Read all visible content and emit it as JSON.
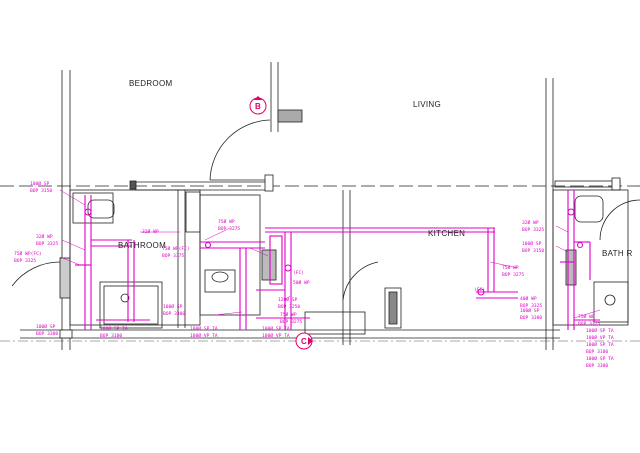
{
  "rooms": {
    "bedroom": "BEDROOM",
    "living": "LIVING",
    "bathroom": "BATHROOM",
    "kitchen": "KITCHEN",
    "bath_right": "BATH R"
  },
  "grid_marks": {
    "b": "B",
    "c": "C"
  },
  "tags": {
    "t1a": "100Ø SP",
    "t1b": "BOP 3150",
    "t2a": "32Ø WP",
    "t2b": "BOP 3325",
    "t3a": "75Ø WP(FC)",
    "t3b": "BOP 3325",
    "t4a": "75Ø WP(FC)",
    "t4b": "BOP 3375",
    "t5": "32Ø WP",
    "t6a": "75Ø WP",
    "t6b": "BOP 3275",
    "t7": "(FC)",
    "t8": "50Ø WP",
    "t9a": "120Ø SP",
    "t9b": "BOP 3250",
    "t10a": "75Ø WP",
    "t10b": "BOP 3275",
    "t11a": "100Ø SP",
    "t11b": "BOP 3300",
    "t12a": "100Ø SP",
    "t12b": "BOP 3300",
    "t13a": "100Ø SP TA",
    "t13b": "100Ø VP TA",
    "t14a": "100Ø SP TA",
    "t14b": "BOP 3100",
    "t15a": "100Ø SP TA",
    "t15b": "100Ø VP TA",
    "t16a": "32Ø WP",
    "t16b": "BOP 3325",
    "t17a": "75Ø WP",
    "t17b": "BOP 3275",
    "t18": "(FC)",
    "t19a": "100Ø SP",
    "t19b": "BOP 3150",
    "t20a": "40Ø WP",
    "t20b": "BOP 3325",
    "t21a": "100Ø SP",
    "t21b": "BOP 3300",
    "t22a": "75Ø WP",
    "t22b": "BOP 3325",
    "t23a": "100Ø SP TA",
    "t23b": "100Ø VP TA",
    "t24a": "100Ø SP TA",
    "t24b": "BOP 3100",
    "t25a": "100Ø SP TA",
    "t25b": "BOP 3300"
  },
  "colors": {
    "plumbing": "#e000c8",
    "walls": "#222222",
    "gridline": "#444444",
    "grid_bubble": "#e0006c"
  }
}
